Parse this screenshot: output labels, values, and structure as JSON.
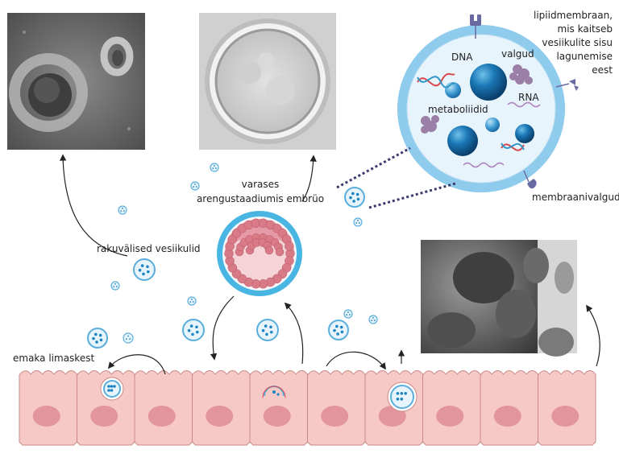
{
  "labels": {
    "rakuvalised": "rakuvälised vesiikulid",
    "embryo_line1": "varases",
    "embryo_line2": "arengustaadiumis embrüo",
    "emaka": "emaka limaskest",
    "lipid_line1": "lipiidmembraan,",
    "lipid_line2": "mis kaitseb",
    "lipid_line3": "vesiikulite sisu",
    "lipid_line4": "lagunemise",
    "lipid_line5": "eest",
    "membraanivalgud": "membraanivalgud",
    "dna": "DNA",
    "valgud": "valgud",
    "rna": "RNA",
    "metaboliidid": "metaboliidid"
  },
  "colors": {
    "cell_fill": "#f6c9c6",
    "cell_stroke": "#c98a86",
    "nucleus": "#e2959a",
    "vesicle_ring": "#5aaedb",
    "vesicle_fill": "#e8f4fb",
    "dot": "#1b84c3",
    "dark_sphere": "#0a4f86",
    "protein": "#9b7fa6",
    "rna_line": "#b087c3",
    "embryo_ring": "#48b5e3",
    "dotted_line": "#3b3b6e"
  },
  "icons": {
    "microscopy_vesicles": "em-vesicles-image",
    "embryo_photo": "embryo-photo-image",
    "endometrium_micro": "endometrium-micro-image"
  }
}
